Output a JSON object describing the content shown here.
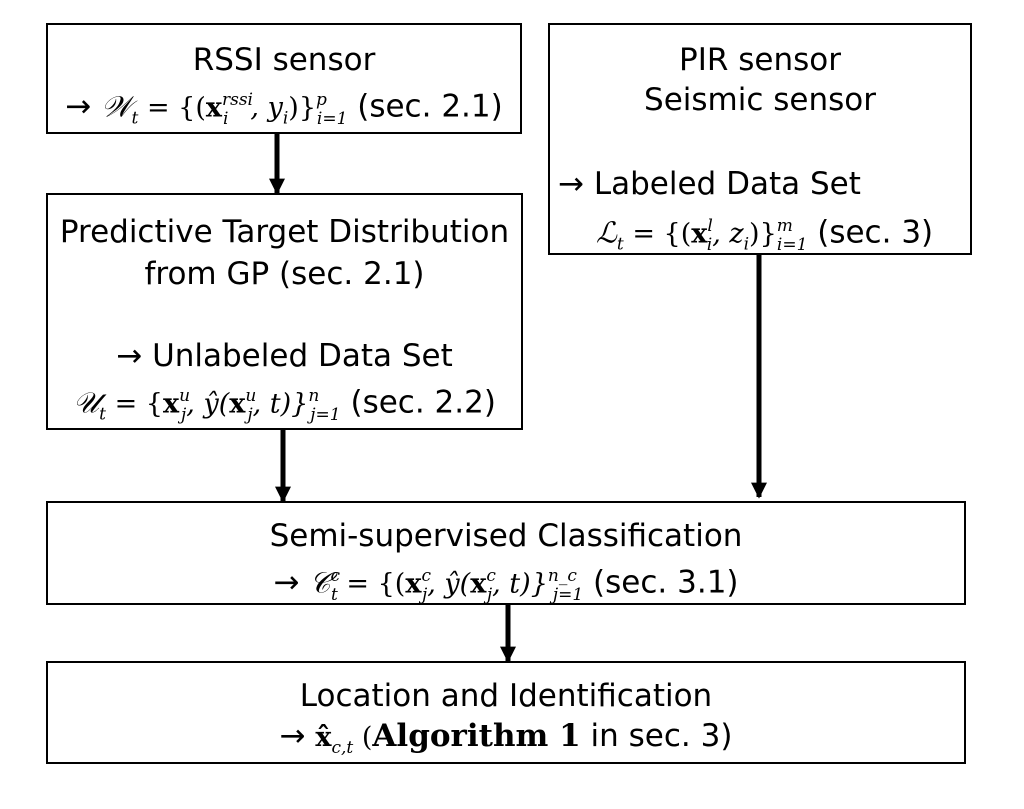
{
  "rssi": {
    "title": "RSSI sensor",
    "arrow": "→",
    "formula_letter": "𝒲",
    "formula_sub": "t",
    "formula_eq": " = {(",
    "x": "x",
    "x_sup": "rssi",
    "x_sub": "i",
    "y_part": ", y",
    "y_sub": "i",
    "close": ")}",
    "close_sup": "p",
    "close_sub": "i=1",
    "ref": " (sec. 2.1)"
  },
  "pir": {
    "title1": "PIR sensor",
    "title2": "Seismic sensor",
    "arrow": "→",
    "subtitle": "Labeled Data Set",
    "formula_letter": "ℒ",
    "formula_sub": "t",
    "formula_eq": " = {(",
    "x": "x",
    "x_sup": "l",
    "x_sub": "i",
    "z_part": ", z",
    "z_sub": "i",
    "close": ")}",
    "close_sup": "m",
    "close_sub": "i=1",
    "ref": "  (sec. 3)"
  },
  "gp": {
    "title1": "Predictive Target Distribution",
    "title2": "from GP (sec. 2.1)",
    "arrow": "→",
    "subtitle": "Unlabeled Data Set",
    "formula_letter": "𝒰",
    "formula_sub": "t",
    "formula_eq": " = {",
    "x": "x",
    "x_sup": "u",
    "x_sub": "j",
    "yhat_part": ", ŷ(",
    "x2": "x",
    "x2_sup": "u",
    "x2_sub": "j",
    "t_part": ", t)}",
    "close_sup": "n",
    "close_sub": "j=1",
    "ref": " (sec. 2.2)"
  },
  "ssc": {
    "title": "Semi-supervised Classification",
    "arrow": "→",
    "formula_letter": "𝒞",
    "formula_sup": "c",
    "formula_sub": "t",
    "formula_eq": " = {(",
    "x": "x",
    "x_sup": "c",
    "x_sub": "j",
    "yhat_part": ", ŷ(",
    "x2": "x",
    "x2_sup": "c",
    "x2_sub": "j",
    "t_part": ", t)}",
    "close_sup": "n_c",
    "close_sub": "j=1",
    "ref": "  (sec. 3.1)"
  },
  "loc": {
    "title": "Location and Identification",
    "arrow": "→",
    "x": "x̂",
    "x_sub": "c,t",
    "paren_open": "  (",
    "alg": "Algorithm 1",
    "ref": " in sec. 3)"
  }
}
